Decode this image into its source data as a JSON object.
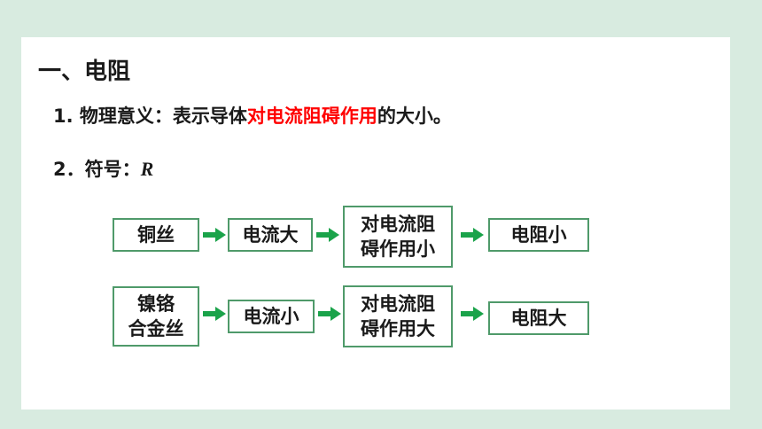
{
  "heading": "一、电阻",
  "meaning": {
    "label": "1. 物理意义：",
    "pre": "表示导体",
    "highlight": "对电流阻碍作用",
    "post": "的大小。"
  },
  "symbol": {
    "label": "2．符号：",
    "value": "R"
  },
  "flow_rows": [
    {
      "material": [
        "铜丝"
      ],
      "current": "电流大",
      "effect": [
        "对电流阻",
        "碍作用小"
      ],
      "result": "电阻小"
    },
    {
      "material": [
        "镍铬",
        "合金丝"
      ],
      "current": "电流小",
      "effect": [
        "对电流阻",
        "碍作用大"
      ],
      "result": "电阻大"
    }
  ],
  "colors": {
    "background": "#d8ebe0",
    "box_border": "#4f9a6a",
    "arrow": "#1aa34a",
    "highlight": "#ff0000"
  },
  "arrow_icon": "right-arrow-icon"
}
